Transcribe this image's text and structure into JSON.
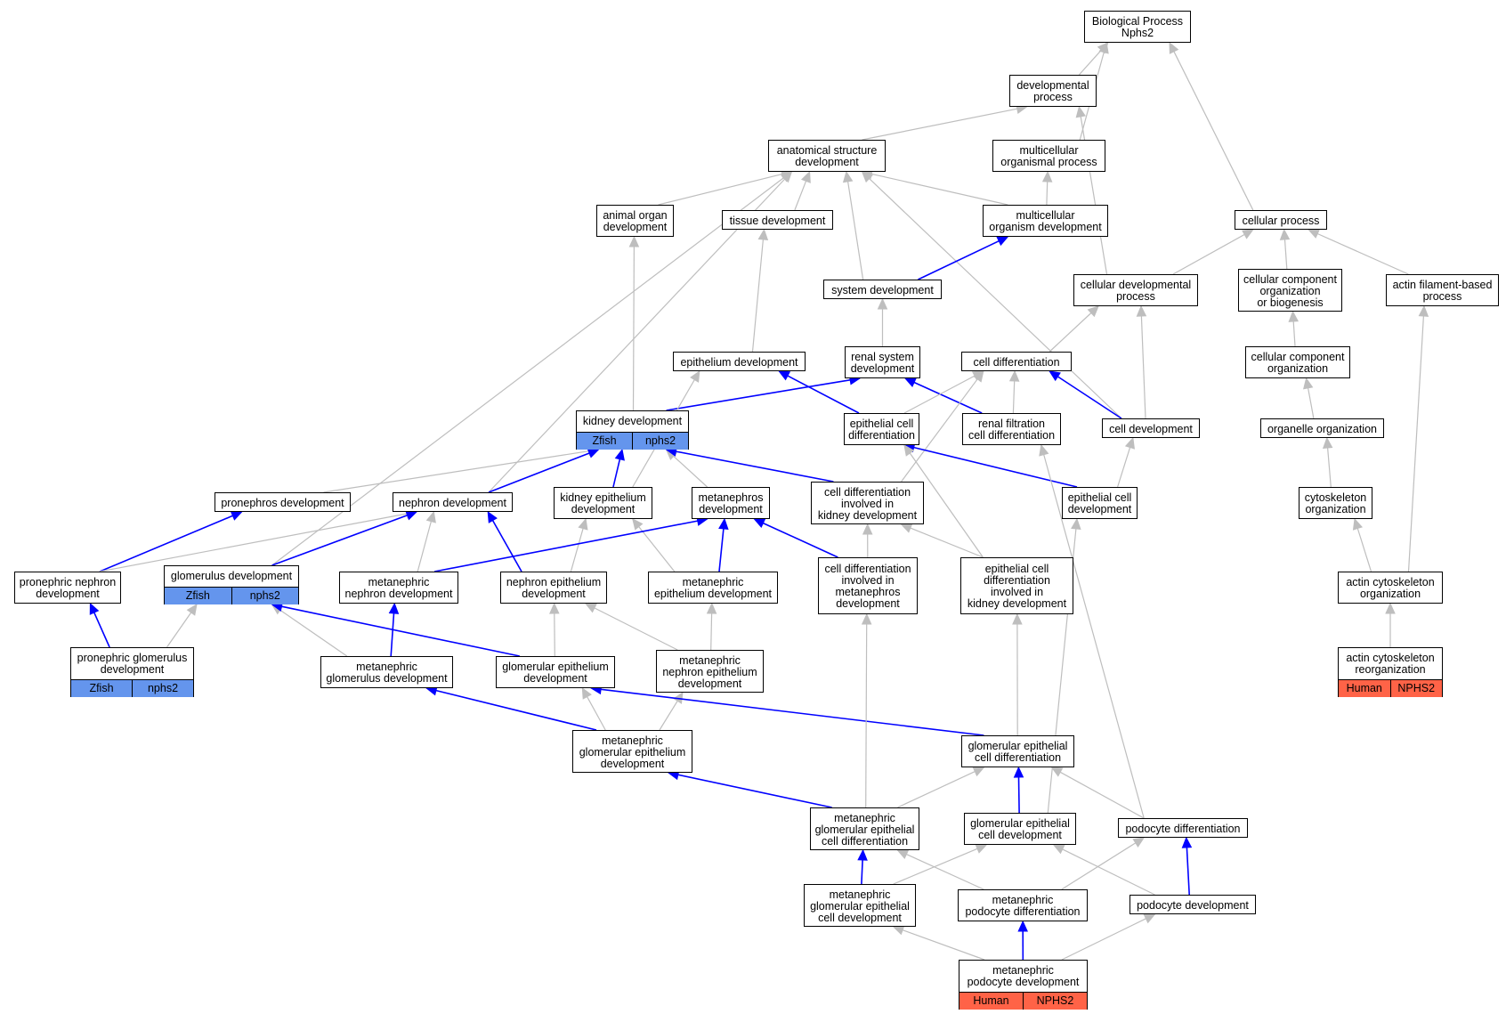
{
  "nodes": {
    "bp": {
      "label": "Biological Process\nNphs2"
    },
    "devproc": {
      "label": "developmental\nprocess"
    },
    "asd": {
      "label": "anatomical structure\ndevelopment"
    },
    "mcop": {
      "label": "multicellular\norganismal process"
    },
    "cellproc": {
      "label": "cellular process"
    },
    "aod": {
      "label": "animal organ\ndevelopment"
    },
    "tissue": {
      "label": "tissue development"
    },
    "mcod": {
      "label": "multicellular\norganism development"
    },
    "sysdev": {
      "label": "system development"
    },
    "cdp": {
      "label": "cellular developmental\nprocess"
    },
    "ccob": {
      "label": "cellular component\norganization\nor biogenesis"
    },
    "afbp": {
      "label": "actin filament-based\nprocess"
    },
    "epidev": {
      "label": "epithelium development"
    },
    "rsd": {
      "label": "renal system\ndevelopment"
    },
    "celldiff": {
      "label": "cell differentiation"
    },
    "cco": {
      "label": "cellular component\norganization"
    },
    "kidney": {
      "label": "kidney development",
      "tags": [
        "Zfish",
        "nphs2"
      ]
    },
    "ecd": {
      "label": "epithelial cell\ndifferentiation"
    },
    "rfcd": {
      "label": "renal filtration\ncell differentiation"
    },
    "celldev": {
      "label": "cell development"
    },
    "orgorg": {
      "label": "organelle organization"
    },
    "pronephros": {
      "label": "pronephros development"
    },
    "nephron": {
      "label": "nephron development"
    },
    "kepi": {
      "label": "kidney epithelium\ndevelopment"
    },
    "metanephros": {
      "label": "metanephros\ndevelopment"
    },
    "cdkd": {
      "label": "cell differentiation\ninvolved in\nkidney development"
    },
    "ecdev": {
      "label": "epithelial cell\ndevelopment"
    },
    "cytorg": {
      "label": "cytoskeleton\norganization"
    },
    "pnd": {
      "label": "pronephric nephron\ndevelopment"
    },
    "glom": {
      "label": "glomerulus development",
      "tags": [
        "Zfish",
        "nphs2"
      ]
    },
    "mnd": {
      "label": "metanephric\nnephron development"
    },
    "ned": {
      "label": "nephron epithelium\ndevelopment"
    },
    "med": {
      "label": "metanephric\nepithelium development"
    },
    "cdmd": {
      "label": "cell differentiation\ninvolved in\nmetanephros\ndevelopment"
    },
    "ecdkd": {
      "label": "epithelial cell\ndifferentiation\ninvolved in\nkidney development"
    },
    "aco": {
      "label": "actin cytoskeleton\norganization"
    },
    "pgd": {
      "label": "pronephric glomerulus\ndevelopment",
      "tags": [
        "Zfish",
        "nphs2"
      ]
    },
    "mgd": {
      "label": "metanephric\nglomerulus development"
    },
    "ged": {
      "label": "glomerular epithelium\ndevelopment"
    },
    "mned": {
      "label": "metanephric\nnephron epithelium\ndevelopment"
    },
    "acr": {
      "label": "actin cytoskeleton\nreorganization",
      "tags": [
        "Human",
        "NPHS2"
      ]
    },
    "mged": {
      "label": "metanephric\nglomerular epithelium\ndevelopment"
    },
    "gecd": {
      "label": "glomerular epithelial\ncell differentiation"
    },
    "mgecd": {
      "label": "metanephric\nglomerular epithelial\ncell differentiation"
    },
    "gecdev": {
      "label": "glomerular epithelial\ncell development"
    },
    "podiff": {
      "label": "podocyte differentiation"
    },
    "mgecdev": {
      "label": "metanephric\nglomerular epithelial\ncell development"
    },
    "mpd": {
      "label": "metanephric\npodocyte differentiation"
    },
    "podev": {
      "label": "podocyte development"
    },
    "mpdev": {
      "label": "metanephric\npodocyte development",
      "tags": [
        "Human",
        "NPHS2"
      ]
    }
  },
  "edges": [
    {
      "from": "devproc",
      "to": "bp",
      "kind": "is_a"
    },
    {
      "from": "mcop",
      "to": "bp",
      "kind": "is_a"
    },
    {
      "from": "cellproc",
      "to": "bp",
      "kind": "is_a"
    },
    {
      "from": "asd",
      "to": "devproc",
      "kind": "is_a"
    },
    {
      "from": "cdp",
      "to": "devproc",
      "kind": "is_a"
    },
    {
      "from": "mcod",
      "to": "mcop",
      "kind": "is_a"
    },
    {
      "from": "aod",
      "to": "asd",
      "kind": "is_a"
    },
    {
      "from": "tissue",
      "to": "asd",
      "kind": "is_a"
    },
    {
      "from": "mcod",
      "to": "asd",
      "kind": "is_a"
    },
    {
      "from": "sysdev",
      "to": "asd",
      "kind": "is_a"
    },
    {
      "from": "nephron",
      "to": "asd",
      "kind": "is_a"
    },
    {
      "from": "glom",
      "to": "asd",
      "kind": "is_a"
    },
    {
      "from": "celldev",
      "to": "asd",
      "kind": "is_a"
    },
    {
      "from": "sysdev",
      "to": "mcod",
      "kind": "part_of"
    },
    {
      "from": "cdp",
      "to": "cellproc",
      "kind": "is_a"
    },
    {
      "from": "ccob",
      "to": "cellproc",
      "kind": "is_a"
    },
    {
      "from": "afbp",
      "to": "cellproc",
      "kind": "is_a"
    },
    {
      "from": "kidney",
      "to": "aod",
      "kind": "is_a"
    },
    {
      "from": "epidev",
      "to": "tissue",
      "kind": "is_a"
    },
    {
      "from": "rsd",
      "to": "sysdev",
      "kind": "is_a"
    },
    {
      "from": "celldiff",
      "to": "cdp",
      "kind": "is_a"
    },
    {
      "from": "celldev",
      "to": "cdp",
      "kind": "is_a"
    },
    {
      "from": "cco",
      "to": "ccob",
      "kind": "is_a"
    },
    {
      "from": "aco",
      "to": "afbp",
      "kind": "is_a"
    },
    {
      "from": "kidney",
      "to": "rsd",
      "kind": "part_of"
    },
    {
      "from": "ecd",
      "to": "epidev",
      "kind": "part_of"
    },
    {
      "from": "kepi",
      "to": "epidev",
      "kind": "is_a"
    },
    {
      "from": "rfcd",
      "to": "rsd",
      "kind": "part_of"
    },
    {
      "from": "ecd",
      "to": "celldiff",
      "kind": "is_a"
    },
    {
      "from": "rfcd",
      "to": "celldiff",
      "kind": "is_a"
    },
    {
      "from": "cdkd",
      "to": "celldiff",
      "kind": "is_a"
    },
    {
      "from": "celldev",
      "to": "celldiff",
      "kind": "part_of"
    },
    {
      "from": "orgorg",
      "to": "cco",
      "kind": "is_a"
    },
    {
      "from": "pronephros",
      "to": "kidney",
      "kind": "is_a"
    },
    {
      "from": "nephron",
      "to": "kidney",
      "kind": "part_of"
    },
    {
      "from": "kepi",
      "to": "kidney",
      "kind": "part_of"
    },
    {
      "from": "metanephros",
      "to": "kidney",
      "kind": "is_a"
    },
    {
      "from": "cdkd",
      "to": "kidney",
      "kind": "part_of"
    },
    {
      "from": "ecdev",
      "to": "ecd",
      "kind": "part_of"
    },
    {
      "from": "ecdkd",
      "to": "ecd",
      "kind": "is_a"
    },
    {
      "from": "podiff",
      "to": "rfcd",
      "kind": "is_a"
    },
    {
      "from": "ecdev",
      "to": "celldev",
      "kind": "is_a"
    },
    {
      "from": "cytorg",
      "to": "orgorg",
      "kind": "is_a"
    },
    {
      "from": "pnd",
      "to": "pronephros",
      "kind": "part_of"
    },
    {
      "from": "pnd",
      "to": "nephron",
      "kind": "is_a"
    },
    {
      "from": "glom",
      "to": "nephron",
      "kind": "part_of"
    },
    {
      "from": "mnd",
      "to": "nephron",
      "kind": "is_a"
    },
    {
      "from": "ned",
      "to": "nephron",
      "kind": "part_of"
    },
    {
      "from": "ned",
      "to": "kepi",
      "kind": "is_a"
    },
    {
      "from": "med",
      "to": "kepi",
      "kind": "is_a"
    },
    {
      "from": "mnd",
      "to": "metanephros",
      "kind": "part_of"
    },
    {
      "from": "med",
      "to": "metanephros",
      "kind": "part_of"
    },
    {
      "from": "cdmd",
      "to": "metanephros",
      "kind": "part_of"
    },
    {
      "from": "cdmd",
      "to": "cdkd",
      "kind": "is_a"
    },
    {
      "from": "ecdkd",
      "to": "cdkd",
      "kind": "is_a"
    },
    {
      "from": "aco",
      "to": "cytorg",
      "kind": "is_a"
    },
    {
      "from": "pgd",
      "to": "pnd",
      "kind": "part_of"
    },
    {
      "from": "pgd",
      "to": "glom",
      "kind": "is_a"
    },
    {
      "from": "mgd",
      "to": "glom",
      "kind": "is_a"
    },
    {
      "from": "ged",
      "to": "glom",
      "kind": "part_of"
    },
    {
      "from": "mgd",
      "to": "mnd",
      "kind": "part_of"
    },
    {
      "from": "ged",
      "to": "ned",
      "kind": "is_a"
    },
    {
      "from": "mned",
      "to": "ned",
      "kind": "is_a"
    },
    {
      "from": "mned",
      "to": "med",
      "kind": "is_a"
    },
    {
      "from": "acr",
      "to": "aco",
      "kind": "is_a"
    },
    {
      "from": "mged",
      "to": "mgd",
      "kind": "part_of"
    },
    {
      "from": "mged",
      "to": "ged",
      "kind": "is_a"
    },
    {
      "from": "mged",
      "to": "mned",
      "kind": "is_a"
    },
    {
      "from": "gecd",
      "to": "ged",
      "kind": "part_of"
    },
    {
      "from": "gecd",
      "to": "ecdkd",
      "kind": "is_a"
    },
    {
      "from": "mgecd",
      "to": "mged",
      "kind": "part_of"
    },
    {
      "from": "mgecd",
      "to": "gecd",
      "kind": "is_a"
    },
    {
      "from": "mgecd",
      "to": "cdmd",
      "kind": "is_a"
    },
    {
      "from": "gecdev",
      "to": "gecd",
      "kind": "part_of"
    },
    {
      "from": "gecdev",
      "to": "ecdev",
      "kind": "is_a"
    },
    {
      "from": "podiff",
      "to": "gecd",
      "kind": "is_a"
    },
    {
      "from": "mgecdev",
      "to": "mgecd",
      "kind": "part_of"
    },
    {
      "from": "mgecdev",
      "to": "gecdev",
      "kind": "is_a"
    },
    {
      "from": "mpd",
      "to": "mgecd",
      "kind": "is_a"
    },
    {
      "from": "mpd",
      "to": "podiff",
      "kind": "is_a"
    },
    {
      "from": "podev",
      "to": "gecdev",
      "kind": "is_a"
    },
    {
      "from": "podev",
      "to": "podiff",
      "kind": "part_of"
    },
    {
      "from": "mpdev",
      "to": "mpd",
      "kind": "part_of"
    },
    {
      "from": "mpdev",
      "to": "mgecdev",
      "kind": "is_a"
    },
    {
      "from": "mpdev",
      "to": "podev",
      "kind": "is_a"
    }
  ],
  "legend_colors": {
    "is_a": "#bebebe",
    "part_of": "#0000ff",
    "Zfish": "#6495ed",
    "Human": "#ff6347"
  }
}
